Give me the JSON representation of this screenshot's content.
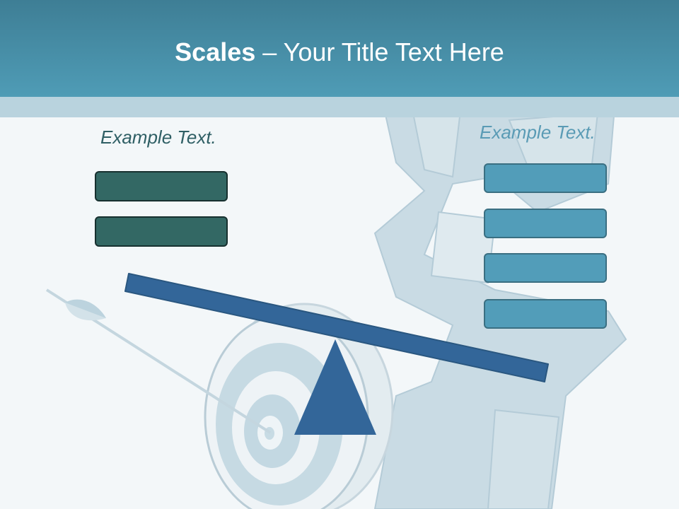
{
  "slide": {
    "title_bold": "Scales",
    "title_rest": " – Your Title Text Here",
    "left_caption": "Example Text.",
    "right_caption": "Example Text.",
    "left_boxes": [
      "",
      ""
    ],
    "right_boxes": [
      "",
      "",
      "",
      ""
    ]
  },
  "colors": {
    "header": "#4f9cb6",
    "dark_box": "#336864",
    "light_box": "#529db9",
    "scale": "#336699"
  },
  "icons": [
    "target-icon",
    "arrow-icon",
    "dollar-sign-icon",
    "seesaw-icon"
  ]
}
